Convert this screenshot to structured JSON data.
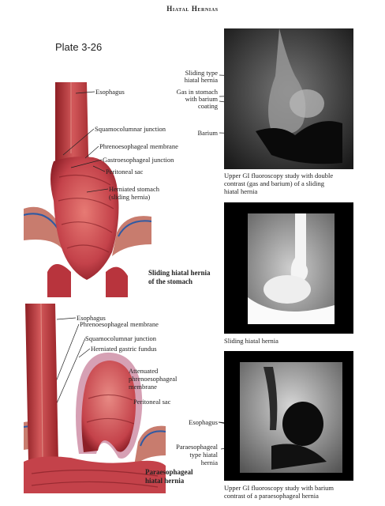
{
  "header": {
    "title": "Hiatal Hernias"
  },
  "plate": "Plate 3-26",
  "figure1": {
    "labels": {
      "esophagus": "Esophagus",
      "squamocolumnar": "Squamocolumnar junction",
      "phrenoesophageal": "Phrenoesophageal membrane",
      "gastroesophageal": "Gastroesophageal junction",
      "peritoneal": "Peritoneal sac",
      "herniated_1": "Herniated stomach",
      "herniated_2": "(sliding hernia)"
    },
    "caption_1": "Sliding hiatal hernia",
    "caption_2": "of the stomach"
  },
  "figure2": {
    "labels": {
      "esophagus": "Esophagus",
      "phrenoesophageal": "Phrenoesophageal membrane",
      "squamocolumnar": "Squamocolumnar junction",
      "fundus": "Herniated gastric fundus",
      "attenuated_1": "Attenuated",
      "attenuated_2": "phrenoesophageal",
      "attenuated_3": "membrane",
      "peritoneal": "Peritoneal sac"
    },
    "caption_1": "Paraesophageal",
    "caption_2": "hiatal hernia"
  },
  "xray1": {
    "labels": {
      "sliding_1": "Sliding type",
      "sliding_2": "hiatal hernia",
      "gas_1": "Gas in stomach",
      "gas_2": "with barium",
      "gas_3": "coating",
      "barium": "Barium"
    },
    "caption_1": "Upper GI fluoroscopy study with double",
    "caption_2": "contrast (gas and barium) of a sliding",
    "caption_3": "hiatal hernia"
  },
  "xray2": {
    "caption": "Sliding hiatal hernia"
  },
  "xray3": {
    "labels": {
      "esophagus": "Esophagus",
      "para_1": "Paraesophageal",
      "para_2": "type hiatal",
      "para_3": "hernia"
    },
    "caption_1": "Upper GI fluoroscopy study with barium",
    "caption_2": "contrast of a paraesophageal hernia"
  }
}
